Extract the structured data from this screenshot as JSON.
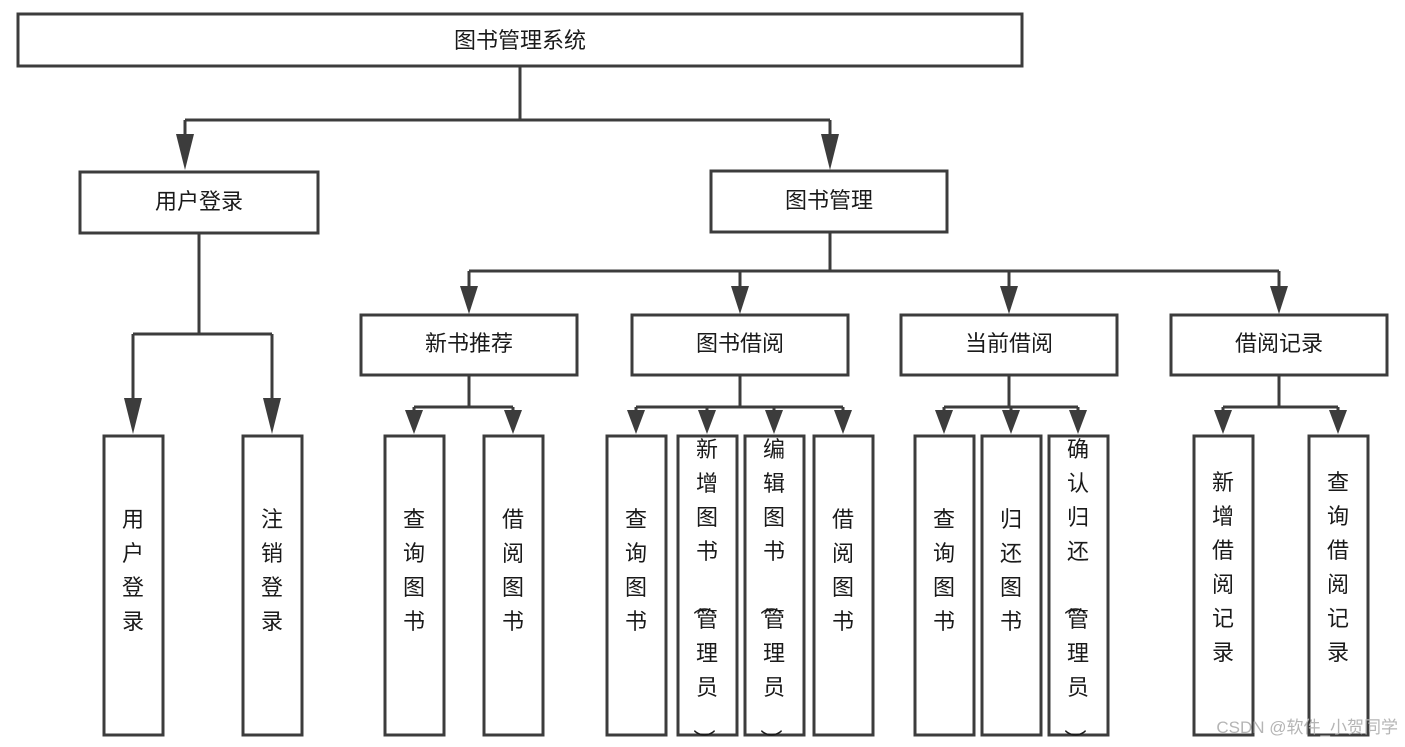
{
  "diagram": {
    "title": "图书管理系统",
    "type": "tree-hierarchy-diagram",
    "colors": {
      "box_stroke": "#3c3c3c",
      "box_fill": "#ffffff",
      "line": "#3c3c3c",
      "text": "#1a1a1a",
      "watermark": "#b5b5b5",
      "background": "#ffffff"
    },
    "root": {
      "label": "图书管理系统"
    },
    "level2": [
      {
        "label": "用户登录"
      },
      {
        "label": "图书管理"
      }
    ],
    "level3": [
      {
        "label": "新书推荐"
      },
      {
        "label": "图书借阅"
      },
      {
        "label": "当前借阅"
      },
      {
        "label": "借阅记录"
      }
    ],
    "leaves": {
      "user_login": [
        {
          "label": "用户登录"
        },
        {
          "label": "注销登录"
        }
      ],
      "new_book_recommend": [
        {
          "label": "查询图书"
        },
        {
          "label": "借阅图书"
        }
      ],
      "book_borrow": [
        {
          "label": "查询图书"
        },
        {
          "label": "新增图书（管理员）"
        },
        {
          "label": "编辑图书（管理员）"
        },
        {
          "label": "借阅图书"
        }
      ],
      "current_borrow": [
        {
          "label": "查询图书"
        },
        {
          "label": "归还图书"
        },
        {
          "label": "确认归还（管理员）"
        }
      ],
      "borrow_record": [
        {
          "label": "新增借阅记录"
        },
        {
          "label": "查询借阅记录"
        }
      ]
    }
  },
  "watermark": {
    "text": "CSDN @软件_小贺同学"
  }
}
